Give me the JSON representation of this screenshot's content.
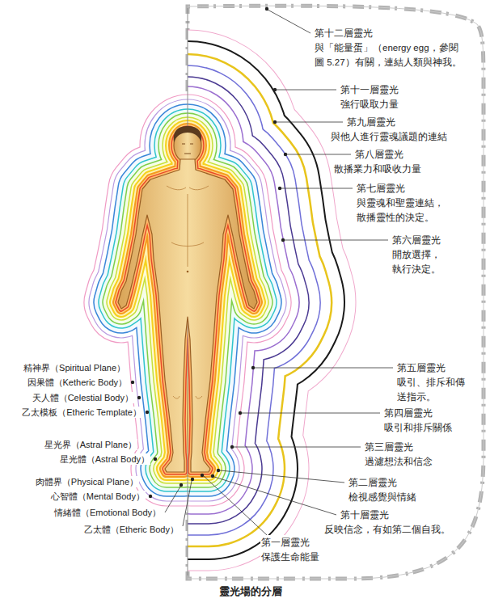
{
  "diagram": {
    "caption": "靈光場的分層",
    "labels": [
      "第十二層靈光",
      "與「能量蛋」（energy egg，參閱 圖 5.27）有關，連結人類與神我。",
      "第十一層靈光",
      "強行吸取力量",
      "第九層靈光",
      "與他人進行靈魂議題的連結",
      "第八層靈光",
      "散播業力和吸收力量",
      "第七層靈光",
      "與靈魂和聖靈連結， 散播靈性的決定。",
      "第六層靈光",
      "開放選擇， 執行決定。",
      "第五層靈光",
      "吸引、排斥和傳 送指示。",
      "第四層靈光",
      "吸引和排斥關係",
      "第三層靈光",
      "過濾想法和信念",
      "第二層靈光",
      "檢視感覺與情緒",
      "第十層靈光",
      "反映信念，有如第二個自我。",
      "第一層靈光",
      "保護生命能量",
      "精神界（Spiritual Plane）",
      "因果體（Ketheric Body）",
      "天人體（Celestial Body）",
      "乙太模板（Etheric Template）",
      "星光界（Astral Plane）",
      "星光體（Astral Body）",
      "肉體界（Physical Plane）",
      "心智體（Mental Body）",
      "情緒體（Emotional Body）",
      "乙太體（Etheric Body）"
    ]
  }
}
